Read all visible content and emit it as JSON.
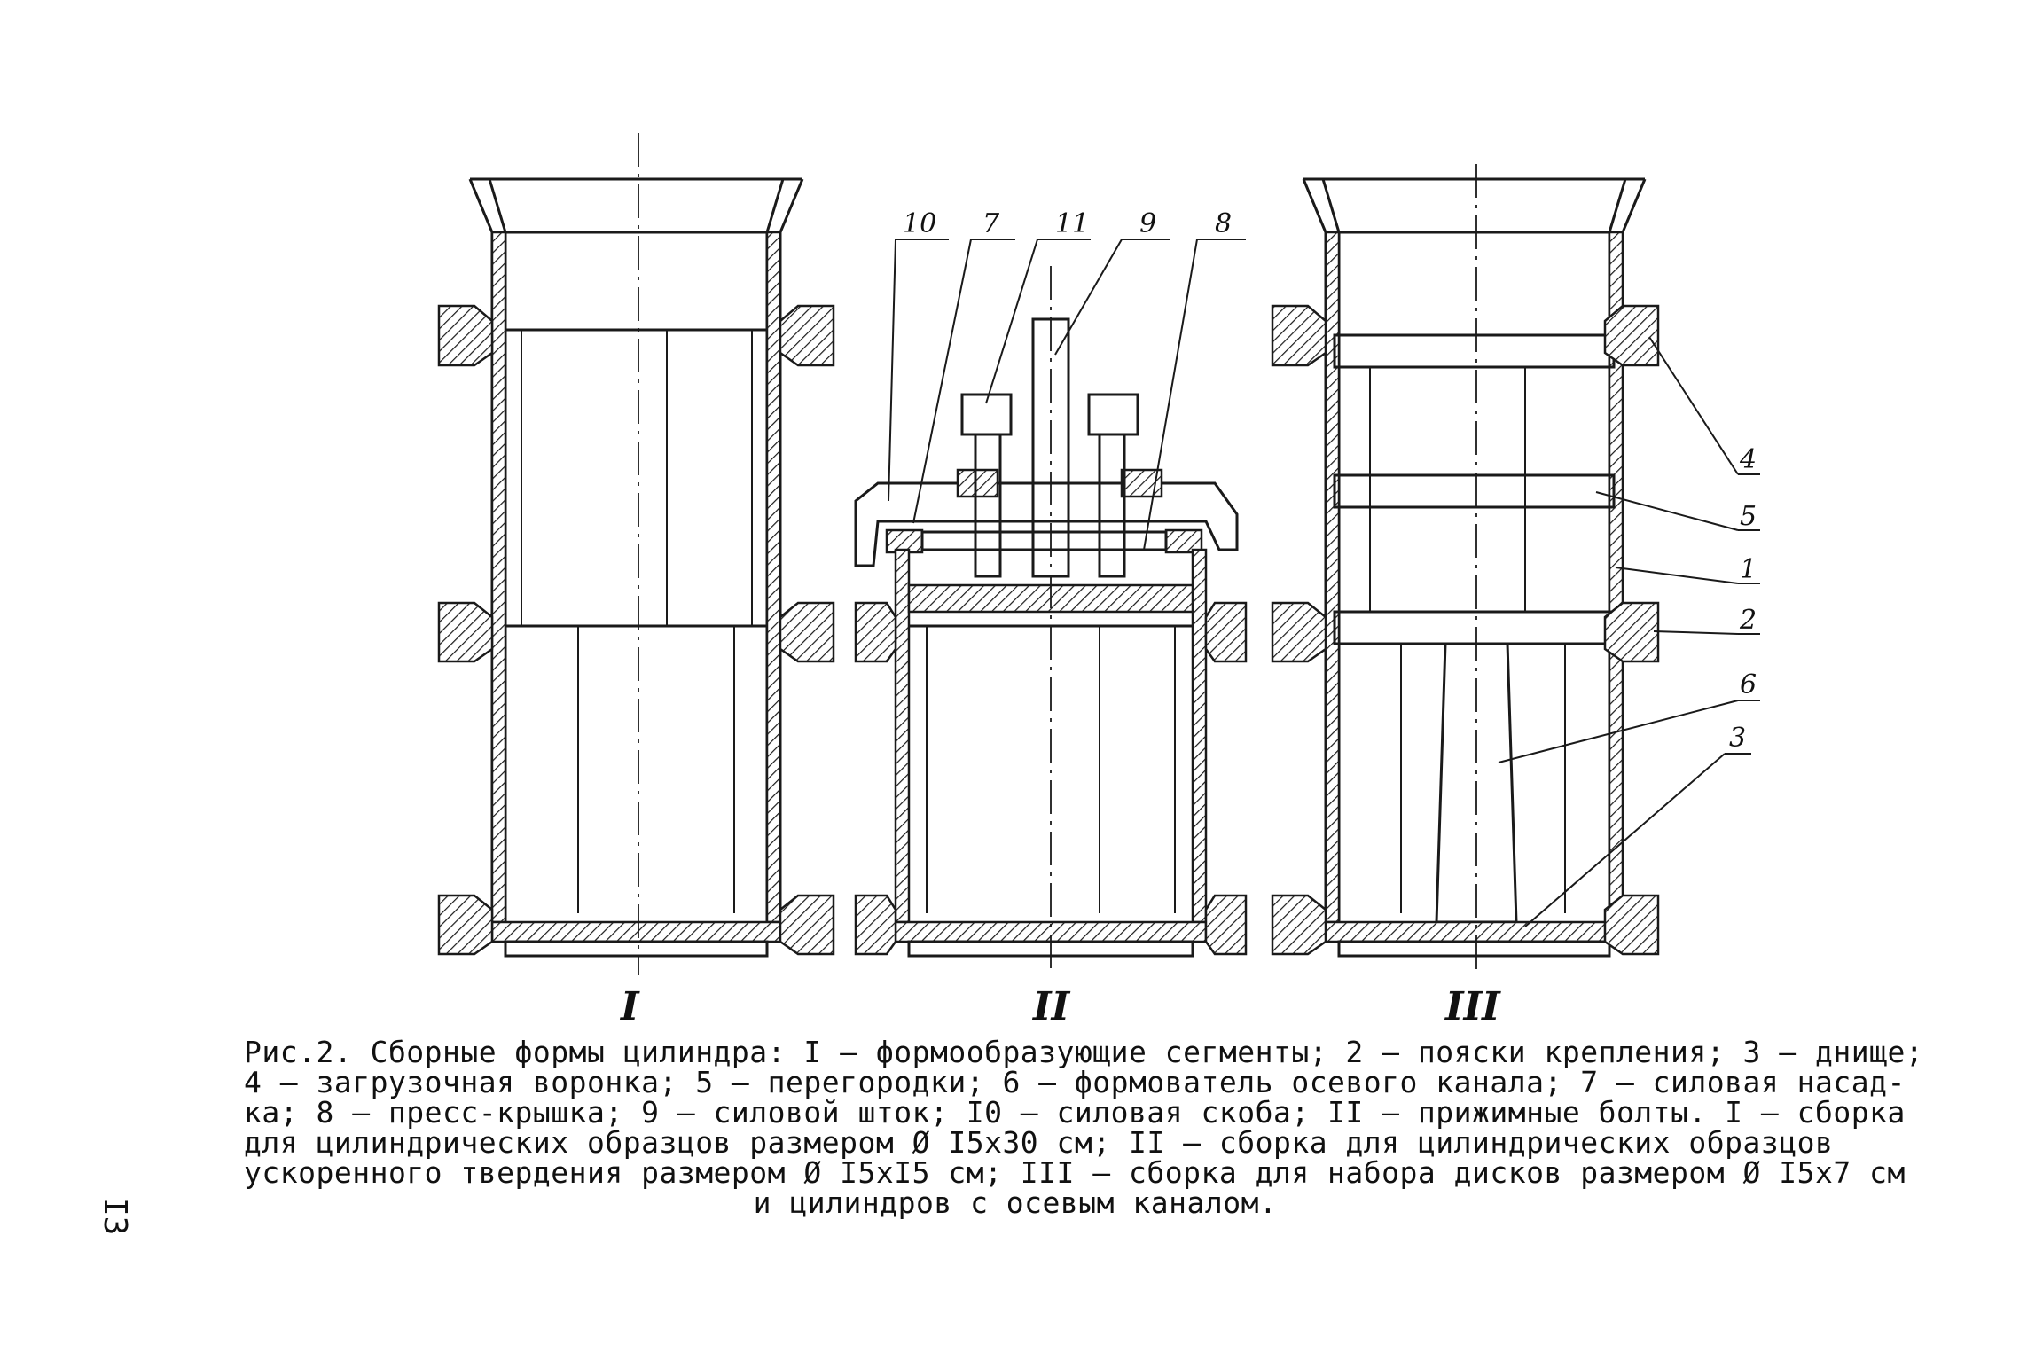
{
  "assemblies": {
    "one": "I",
    "two": "II",
    "three": "III"
  },
  "labels": {
    "l1": "1",
    "l2": "2",
    "l3": "3",
    "l4": "4",
    "l5": "5",
    "l6": "6",
    "l7": "7",
    "l8": "8",
    "l9": "9",
    "l10": "10",
    "l11": "11"
  },
  "caption": {
    "line1": "Рис.2. Сборные формы цилиндра: I – формообразующие сегменты; 2 – пояски крепления; 3 – днище;",
    "line2": "4 – загрузочная воронка; 5 – перегородки; 6 – формователь осевого канала; 7 – силовая насад-",
    "line3": "ка; 8 – пресс-крышка; 9 – силовой шток; I0 – силовая скоба; II – прижимные болты. I – сборка",
    "line4": "для цилиндрических образцов размером Ø I5x30 см; II – сборка для цилиндрических образцов",
    "line5": "ускоренного твердения размером Ø I5xI5 см; III – сборка для набора дисков размером Ø I5x7 см",
    "line6": "и цилиндров с осевым каналом."
  },
  "page_number": "I3"
}
